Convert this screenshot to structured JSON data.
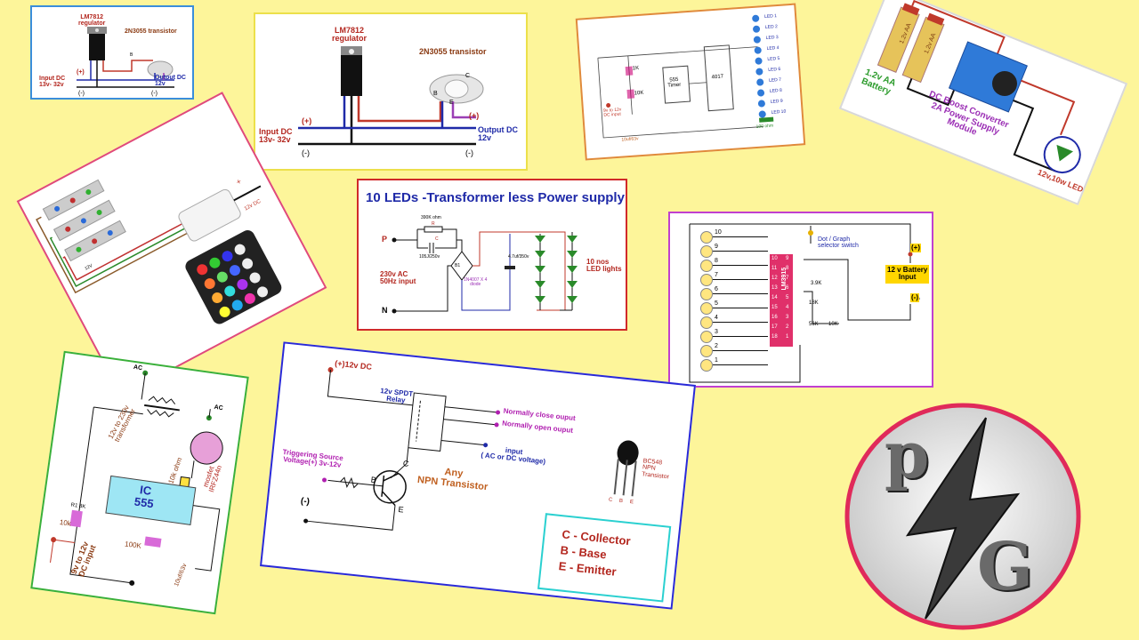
{
  "regulator_small": {
    "reg_label_1": "LM7812",
    "reg_label_2": "regulator",
    "transistor_label": "2N3055 transistor",
    "plus": "(+)",
    "input_1": "Input DC",
    "input_2": "13v- 32v",
    "output_1": "Output DC",
    "output_2": "12v",
    "minus_left": "(-)",
    "minus_right": "(-)",
    "pin_b": "B",
    "pin_e": "E",
    "pin_c": "C"
  },
  "regulator_large": {
    "reg_label_1": "LM7812",
    "reg_label_2": "regulator",
    "transistor_label": "2N3055 transistor",
    "plus_left": "(+)",
    "plus_right": "(+)",
    "input_1": "Input DC",
    "input_2": "13v- 32v",
    "output_1": "Output DC",
    "output_2": "12v",
    "minus_left": "(-)",
    "minus_right": "(-)",
    "pin_b": "B",
    "pin_e": "E",
    "pin_c": "C"
  },
  "led_chaser": {
    "r1": "1K",
    "r2": "10K",
    "ic1_line1": "555",
    "ic1_line2": "Timer",
    "ic2": "4017",
    "input_1": "9v to 12v",
    "input_2": "DC input",
    "cap": "10uf/63v",
    "resistor": "100 ohm",
    "leds": [
      "LED 1",
      "LED 2",
      "LED 3",
      "LED 4",
      "LED 5",
      "LED 6",
      "LED 7",
      "LED 8",
      "LED 9",
      "LED 10"
    ]
  },
  "boost": {
    "bat_1": "1.2v AA",
    "bat_2": "1.2v AA",
    "bat_text_1": "1.2v AA",
    "bat_text_2": "Battery",
    "module_1": "DC Boost Converter",
    "module_2": "2A Power Supply",
    "module_3": "Module",
    "led_label_1": "12v,10w",
    "led_label_2": "LED"
  },
  "rgb": {
    "wire_label": "12V",
    "plus": "+",
    "dc": "12v DC"
  },
  "transformerless": {
    "title": "10 LEDs -Transformer less Power supply",
    "p": "P",
    "n": "N",
    "r": "390K ohm",
    "r_id": "R",
    "c": "105J/250v",
    "c_id": "C",
    "br": "B1",
    "diode_1": "1N4007 X 4",
    "diode_2": "diode",
    "cap": "4.7uf/350v",
    "input_1": "230v AC",
    "input_2": "50Hz input",
    "leds_1": "10 nos",
    "leds_2": "LED lights"
  },
  "bargraph": {
    "led_nums": [
      "10",
      "9",
      "8",
      "7",
      "6",
      "5",
      "4",
      "3",
      "2",
      "1"
    ],
    "ic": "LM3915",
    "pins_left": [
      "10",
      "11",
      "12",
      "13",
      "14",
      "15",
      "16",
      "17",
      "18"
    ],
    "pins_right": [
      "9",
      "8",
      "7",
      "6",
      "5",
      "4",
      "3",
      "2",
      "1"
    ],
    "switch_1": "Dot / Graph",
    "switch_2": "selector switch",
    "plus": "(+)",
    "minus": "(-)",
    "battery_1": "12 v Battery",
    "battery_2": "Input",
    "r1": "3.9K",
    "r2": "18K",
    "r3": "56K",
    "r4": "10K"
  },
  "relay": {
    "supply": "(+)12v DC",
    "relay_1": "12v SPDT",
    "relay_2": "Relay",
    "nc": "Normally close ouput",
    "no": "Normally open ouput",
    "trigger_1": "Triggering Source",
    "trigger_2": "Voltage(+) 3v-12v",
    "input_1": "input",
    "input_2": "( AC or DC voltage)",
    "npn_1": "Any",
    "npn_2": "NPN Transistor",
    "b": "B",
    "c": "C",
    "e": "E",
    "minus": "(-)",
    "bc_1": "BC548",
    "bc_2": "NPN",
    "bc_3": "Transistor",
    "bc_c": "C",
    "bc_b": "B",
    "bc_e": "E",
    "legend_c": "C - Collector",
    "legend_b": "B - Base",
    "legend_e": "E - Emitter"
  },
  "inverter": {
    "ac_1": "AC",
    "ac_2": "AC",
    "transformer_1": "12v to 230v",
    "transformer_2": "transformer",
    "resistor": "10k ohm",
    "mosfet_1": "mosfet",
    "mosfet_2": "IRFZ44n",
    "ic_1": "IC",
    "ic_2": "555",
    "r1": "R1",
    "r1b": "8K",
    "pot1": "10k",
    "pot2": "100K",
    "input_1": "9v to 12v",
    "input_2": "DC input",
    "cap": "10uf/63v"
  },
  "logo": {
    "letter_p": "p",
    "letter_g": "G"
  }
}
